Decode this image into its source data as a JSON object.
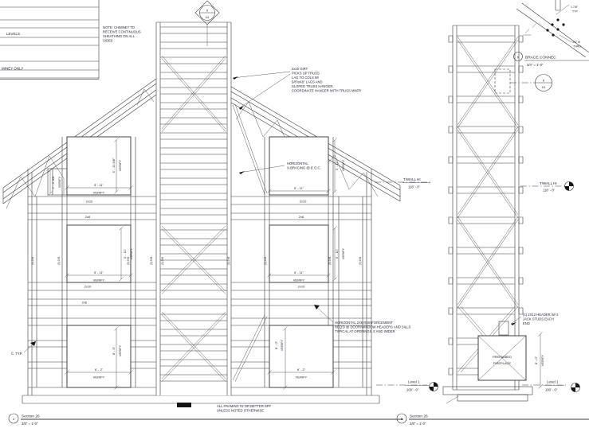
{
  "palette": {
    "bg": "#ffffff",
    "line": "#3c3c3c",
    "text": "#1e2230"
  },
  "schedule": {
    "rows": [
      "LEVELS",
      "MINEY ONLY"
    ]
  },
  "chimney_note": {
    "lines": [
      "NOTE: CHIMNEY TO",
      "RECEIVE CONTINUOUS",
      "SHEATHING ON ALL",
      "SIDES"
    ]
  },
  "main_section": {
    "callout": {
      "num": "5",
      "sheet": "111"
    },
    "girt_note": [
      "2x10 GIRT",
      "PICKS UP TRUSS",
      "LAG TO COLS W/",
      "5/8\"øX8\" LAGS AND",
      "SLOPED TRUSS HANGER.",
      "COORDINATE HANGER WITH TRUSS MNFR"
    ],
    "xbracing_note": [
      "HORIZONTAL",
      "X-BRACING @ 6' O.C."
    ],
    "reinforcement_note": [
      "HORIZONTAL 2X6 REINFORCEMENT",
      "REQ'D @ DOOR/WINDOW HEADERS AND SILLS",
      "TYPICAL AT OPENINGS 4' AND WIDER"
    ],
    "framing_note": [
      "ALL FRAMING #2 OR BETTER SPF",
      "UNLESS NOTED OTHERWISE"
    ],
    "oc_typ": "C. TYP.",
    "levels": {
      "twall_label": "T/WALL HI",
      "twall_elev": "118' - 0\"",
      "l1_label": "Level 1",
      "l1_elev": "100' - 0\""
    },
    "dims": {
      "w5_11": "5' - 11\"",
      "h5_11_58": "5' - 11 5/8\"",
      "w2_6_38": "2' - 6 3/8\"",
      "w6_2": "6' - 2\"",
      "h8_0": "8' - 0\"",
      "verify": "VERIFY"
    },
    "members": {
      "g2x10": "2x10",
      "g2x6": "2x6",
      "col": "(3) 2X6"
    }
  },
  "wall_section": {
    "callout": {
      "num": "6",
      "sheet": "111"
    },
    "header_note": [
      "(4) 2X12 HEADER W/ 2",
      "JACK STUDS EACH",
      "END"
    ],
    "fireplace_label": [
      "PREFABBED",
      "FIREPLACE"
    ],
    "dims": {
      "h8_0": "8' - 0\"",
      "verify": "VERIFY"
    },
    "levels": {
      "twall_label": "T/WALL HI",
      "twall_elev": "118' - 0\"",
      "l1_label": "Level 1",
      "l1_elev": "100' - 0\""
    }
  },
  "brace_detail": {
    "num": "6",
    "title": "BRACE CONNEC",
    "scale": "3/4\" = 1'-0\"",
    "dim_178": "1 7/8\"",
    "typ": "TYP",
    "bolt_dia": "3/4\" Ø",
    "thru": "THRU"
  },
  "view_titles": {
    "left": {
      "num": "4",
      "name": "Section 26",
      "scale": "3/8\" = 1'-0\""
    },
    "right": {
      "num": "5",
      "name": "Section 26",
      "scale": "3/8\" = 1'-0\""
    }
  }
}
